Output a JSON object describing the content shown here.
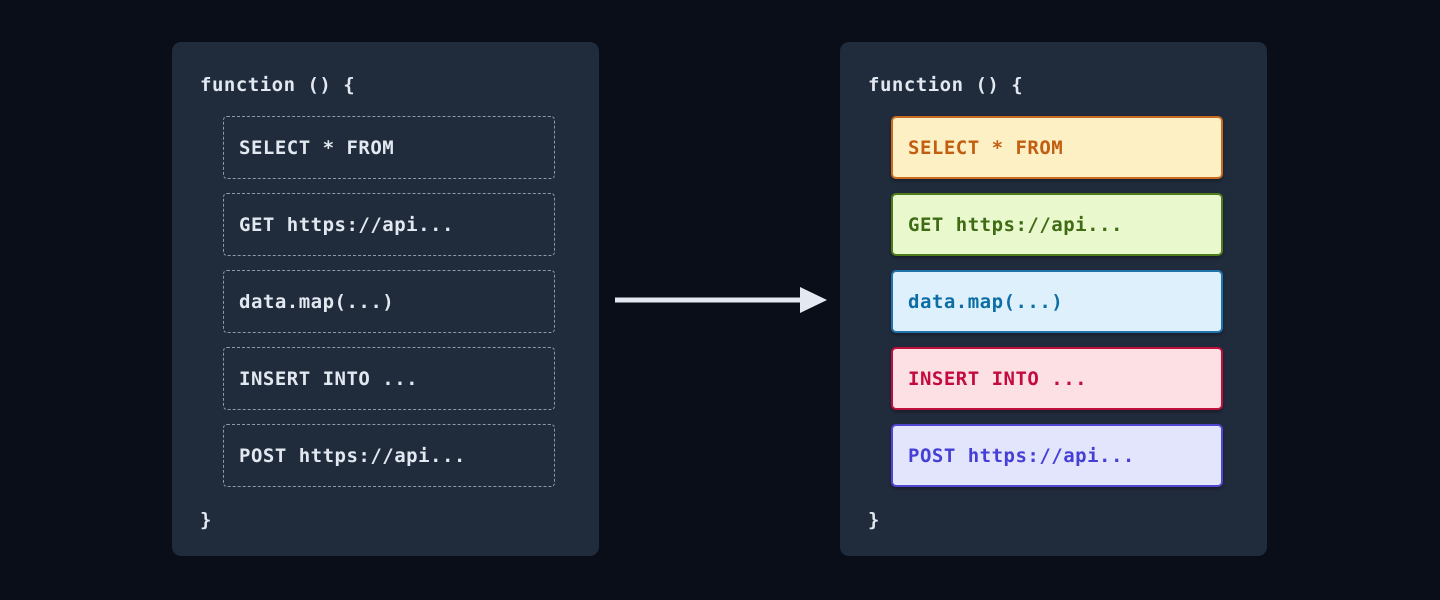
{
  "theme": {
    "page_bg": "#0a0e18",
    "panel_bg": "#202b3c",
    "code_text": "#e2e8f0",
    "dashed_border": "#8e98a8",
    "arrow_color": "#e4e8f1"
  },
  "left_panel": {
    "header": "function () {",
    "footer": "}",
    "blocks": [
      {
        "label": "SELECT * FROM"
      },
      {
        "label": "GET https://api..."
      },
      {
        "label": "data.map(...)"
      },
      {
        "label": "INSERT INTO ..."
      },
      {
        "label": "POST https://api..."
      }
    ]
  },
  "right_panel": {
    "header": "function () {",
    "footer": "}",
    "blocks": [
      {
        "label": "SELECT * FROM",
        "bg": "#fdf0c5",
        "border": "#cb6b1f",
        "color": "#c25e11"
      },
      {
        "label": "GET https://api...",
        "bg": "#e9f8cd",
        "border": "#4f7b1a",
        "color": "#3e6b13"
      },
      {
        "label": "data.map(...)",
        "bg": "#def0fb",
        "border": "#2173ab",
        "color": "#0d6ea6"
      },
      {
        "label": "INSERT INTO ...",
        "bg": "#fde0e4",
        "border": "#bf0f3d",
        "color": "#c30b40"
      },
      {
        "label": "POST https://api...",
        "bg": "#e2e5fc",
        "border": "#4f46d2",
        "color": "#463fd6"
      }
    ]
  }
}
